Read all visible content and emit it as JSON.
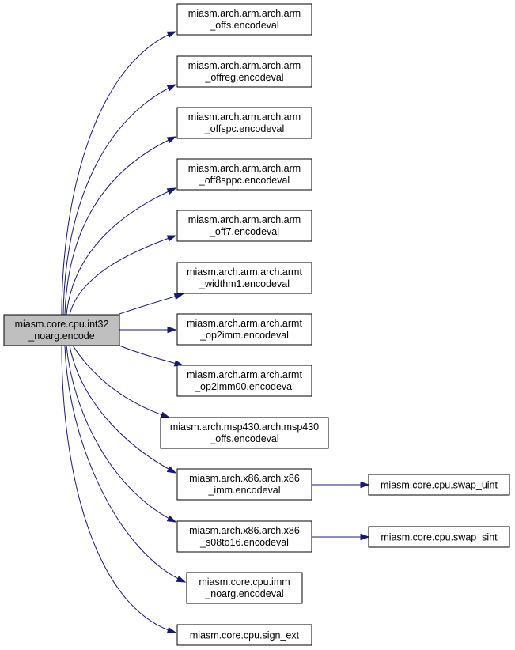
{
  "graph": {
    "root": {
      "id": "root",
      "line1": "miasm.core.cpu.int32",
      "line2": "_noarg.encode"
    },
    "nodes": [
      {
        "id": "n1",
        "line1": "miasm.arch.arm.arch.arm",
        "line2": "_offs.encodeval"
      },
      {
        "id": "n2",
        "line1": "miasm.arch.arm.arch.arm",
        "line2": "_offreg.encodeval"
      },
      {
        "id": "n3",
        "line1": "miasm.arch.arm.arch.arm",
        "line2": "_offspc.encodeval"
      },
      {
        "id": "n4",
        "line1": "miasm.arch.arm.arch.arm",
        "line2": "_off8sppc.encodeval"
      },
      {
        "id": "n5",
        "line1": "miasm.arch.arm.arch.arm",
        "line2": "_off7.encodeval"
      },
      {
        "id": "n6",
        "line1": "miasm.arch.arm.arch.armt",
        "line2": "_widthm1.encodeval"
      },
      {
        "id": "n7",
        "line1": "miasm.arch.arm.arch.armt",
        "line2": "_op2imm.encodeval"
      },
      {
        "id": "n8",
        "line1": "miasm.arch.arm.arch.armt",
        "line2": "_op2imm00.encodeval"
      },
      {
        "id": "n9",
        "line1": "miasm.arch.msp430.arch.msp430",
        "line2": "_offs.encodeval"
      },
      {
        "id": "n10",
        "line1": "miasm.arch.x86.arch.x86",
        "line2": "_imm.encodeval"
      },
      {
        "id": "n11",
        "line1": "miasm.arch.x86.arch.x86",
        "line2": "_s08to16.encodeval"
      },
      {
        "id": "n12",
        "line1": "miasm.core.cpu.imm",
        "line2": "_noarg.encodeval"
      },
      {
        "id": "n13",
        "line1": "miasm.core.cpu.sign_ext",
        "line2": ""
      },
      {
        "id": "n14",
        "line1": "miasm.core.cpu.swap_uint",
        "line2": ""
      },
      {
        "id": "n15",
        "line1": "miasm.core.cpu.swap_sint",
        "line2": ""
      }
    ],
    "edges": [
      {
        "from": "root",
        "to": "n1"
      },
      {
        "from": "root",
        "to": "n2"
      },
      {
        "from": "root",
        "to": "n3"
      },
      {
        "from": "root",
        "to": "n4"
      },
      {
        "from": "root",
        "to": "n5"
      },
      {
        "from": "root",
        "to": "n6"
      },
      {
        "from": "root",
        "to": "n7"
      },
      {
        "from": "root",
        "to": "n8"
      },
      {
        "from": "root",
        "to": "n9"
      },
      {
        "from": "root",
        "to": "n10"
      },
      {
        "from": "root",
        "to": "n11"
      },
      {
        "from": "root",
        "to": "n12"
      },
      {
        "from": "root",
        "to": "n13"
      },
      {
        "from": "n10",
        "to": "n14"
      },
      {
        "from": "n11",
        "to": "n15"
      }
    ],
    "colors": {
      "edge": "#191970",
      "root_fill": "#bfbfbf",
      "node_fill": "#ffffff",
      "border": "#000000"
    }
  }
}
